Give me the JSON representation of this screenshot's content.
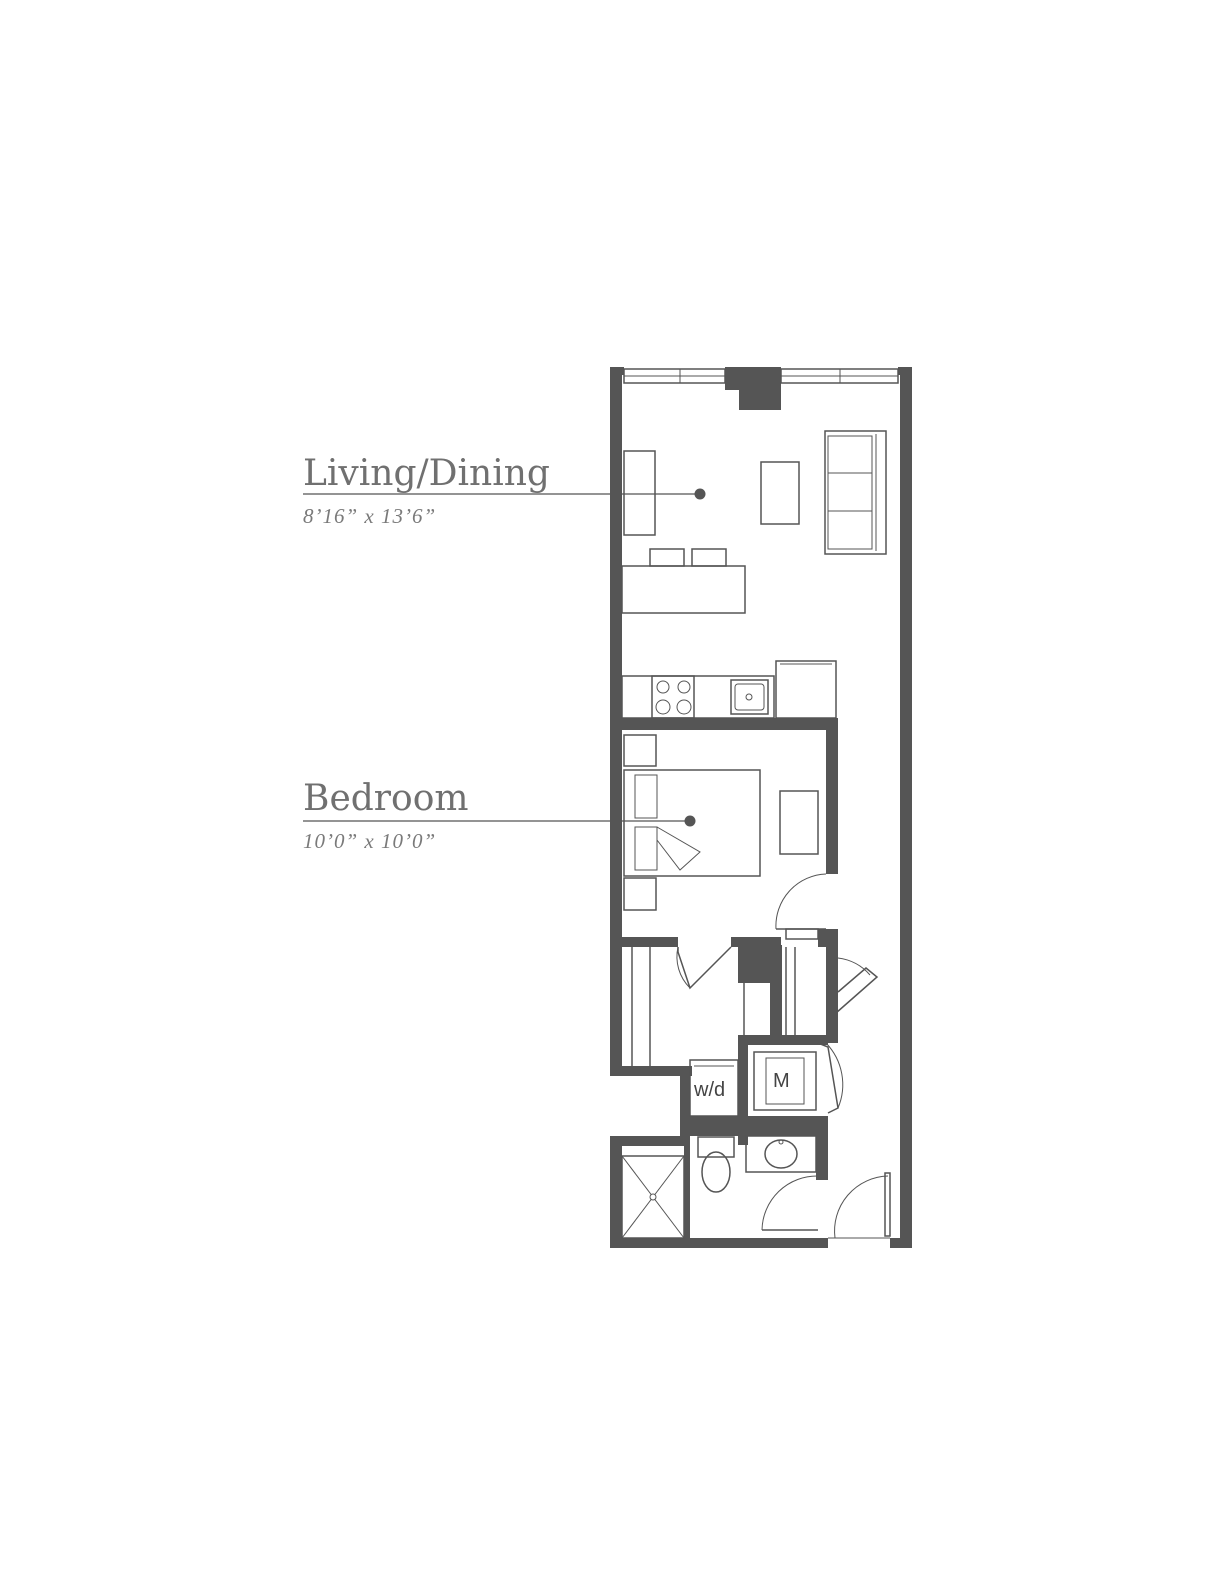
{
  "rooms": {
    "living": {
      "name": "Living/Dining",
      "dimensions": "8’16” x 13’6”"
    },
    "bedroom": {
      "name": "Bedroom",
      "dimensions": "10’0” x  10’0”"
    }
  },
  "appliances": {
    "washer_dryer": "w/d",
    "mechanical": "M"
  },
  "colors": {
    "wall": "#555555",
    "label": "#707070"
  }
}
